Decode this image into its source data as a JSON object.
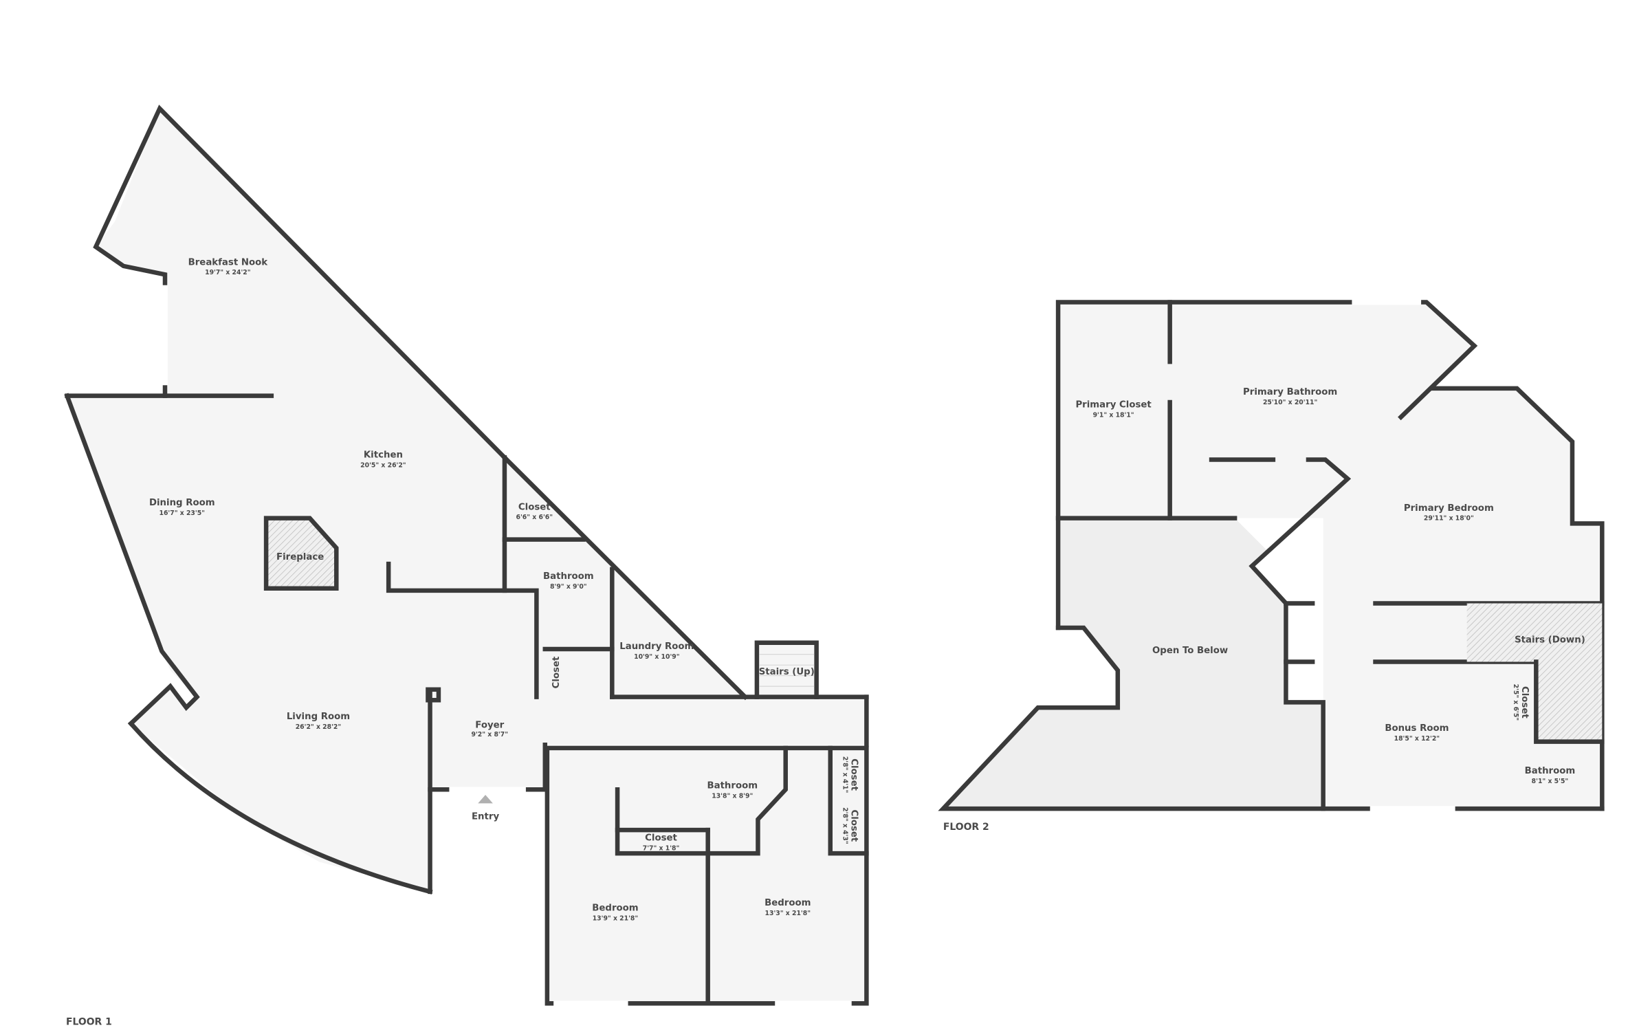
{
  "floors": [
    {
      "label": "FLOOR 1",
      "rooms": {
        "breakfast_nook": {
          "name": "Breakfast Nook",
          "dims": "19'7\" x 24'2\""
        },
        "kitchen": {
          "name": "Kitchen",
          "dims": "20'5\" x 26'2\""
        },
        "dining_room": {
          "name": "Dining Room",
          "dims": "16'7\" x 23'5\""
        },
        "fireplace": {
          "name": "Fireplace"
        },
        "closet_a": {
          "name": "Closet",
          "dims": "6'6\" x 6'6\""
        },
        "bathroom_a": {
          "name": "Bathroom",
          "dims": "8'9\" x 9'0\""
        },
        "closet_b": {
          "name": "Closet"
        },
        "laundry_room": {
          "name": "Laundry Room",
          "dims": "10'9\" x 10'9\""
        },
        "stairs_up": {
          "name": "Stairs (Up)"
        },
        "living_room": {
          "name": "Living Room",
          "dims": "26'2\" x 28'2\""
        },
        "foyer": {
          "name": "Foyer",
          "dims": "9'2\" x 8'7\""
        },
        "entry": {
          "name": "Entry"
        },
        "bathroom_b": {
          "name": "Bathroom",
          "dims": "13'8\" x 8'9\""
        },
        "closet_c": {
          "name": "Closet",
          "dims": "7'7\" x 1'8\""
        },
        "closet_d": {
          "name": "Closet",
          "dims": "2'8\" x 4'1\""
        },
        "closet_e": {
          "name": "Closet",
          "dims": "2'8\" x 4'3\""
        },
        "bedroom_a": {
          "name": "Bedroom",
          "dims": "13'9\" x 21'8\""
        },
        "bedroom_b": {
          "name": "Bedroom",
          "dims": "13'3\" x 21'8\""
        }
      }
    },
    {
      "label": "FLOOR 2",
      "rooms": {
        "primary_closet": {
          "name": "Primary Closet",
          "dims": "9'1\" x 18'1\""
        },
        "primary_bathroom": {
          "name": "Primary Bathroom",
          "dims": "25'10\" x 20'11\""
        },
        "primary_bedroom": {
          "name": "Primary Bedroom",
          "dims": "29'11\" x 18'0\""
        },
        "open_to_below": {
          "name": "Open To Below"
        },
        "stairs_down": {
          "name": "Stairs (Down)"
        },
        "closet": {
          "name": "Closet",
          "dims": "2'5\" x 6'5\""
        },
        "bonus_room": {
          "name": "Bonus Room",
          "dims": "18'5\" x 12'2\""
        },
        "bathroom": {
          "name": "Bathroom",
          "dims": "8'1\" x 5'5\""
        }
      }
    }
  ],
  "colors": {
    "wall": "#3a3a3a",
    "floor_fill": "#f5f5f5",
    "open_to_below_fill": "#eeeeee",
    "text": "#4a4a4a",
    "entry_arrow": "#b0b0b0",
    "background": "#ffffff"
  },
  "icons": {
    "entry_arrow": "triangle-up"
  }
}
